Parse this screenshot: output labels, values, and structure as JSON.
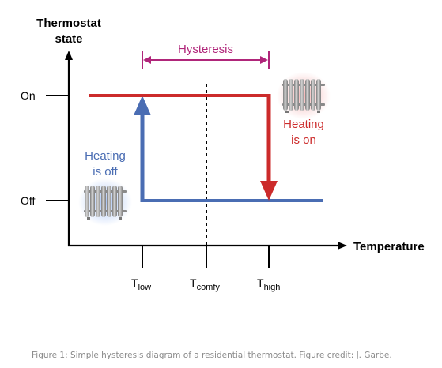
{
  "diagram": {
    "y_axis_title_line1": "Thermostat",
    "y_axis_title_line2": "state",
    "x_axis_title": "Temperature",
    "state_on": "On",
    "state_off": "Off",
    "hysteresis_label": "Hysteresis",
    "heating_on_line1": "Heating",
    "heating_on_line2": "is on",
    "heating_off_line1": "Heating",
    "heating_off_line2": "is off",
    "t_low_base": "T",
    "t_low_sub": "low",
    "t_comfy_base": "T",
    "t_comfy_sub": "comfy",
    "t_high_base": "T",
    "t_high_sub": "high",
    "colors": {
      "axis": "#000000",
      "on_path": "#cc2b2b",
      "off_path": "#4a6db3",
      "hysteresis": "#b0267a",
      "heating_on_text": "#cc2b2b",
      "heating_off_text": "#4a6db3",
      "radiator": "#8f8f8f",
      "warm_glow": "#f2a9a9",
      "cool_glow": "#9fbef5"
    },
    "icons": [
      "radiator-icon-warm",
      "radiator-icon-cool"
    ]
  },
  "caption": "Figure 1: Simple hysteresis diagram of a residential thermostat. Figure credit: J. Garbe."
}
